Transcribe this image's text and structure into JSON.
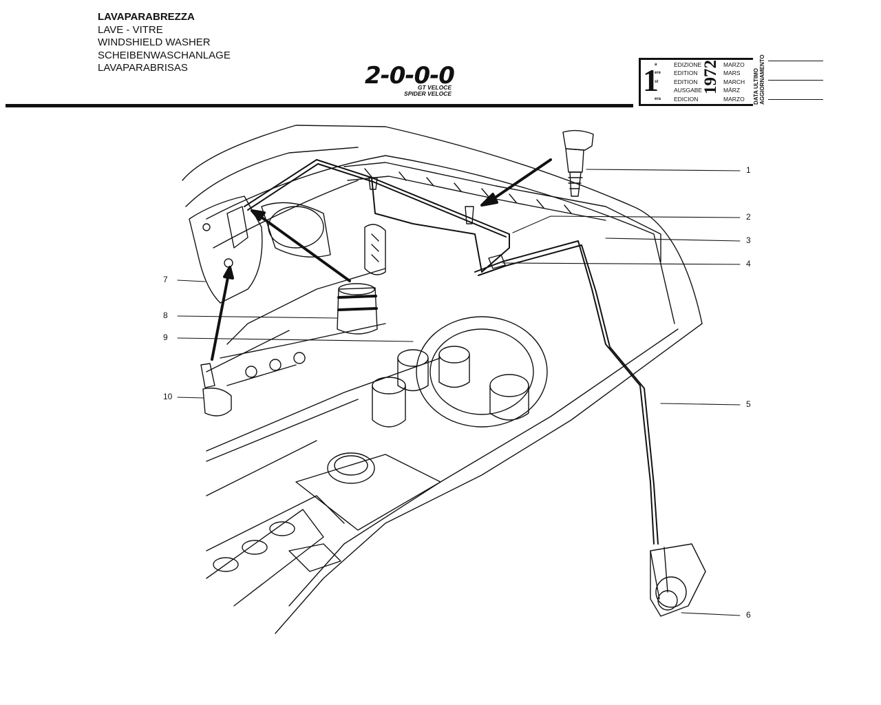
{
  "header": {
    "titles": [
      "LAVAPARABREZZA",
      "LAVE - VITRE",
      "WINDSHIELD WASHER",
      "SCHEIBENWASCHANLAGE",
      "LAVAPARABRISAS"
    ]
  },
  "logo": {
    "model": "2-0-0-0",
    "line1": "GT VELOCE",
    "line2": "SPIDER VELOCE"
  },
  "edition": {
    "number": "1",
    "ordinals": [
      "a",
      "ere",
      "st",
      ".",
      "era"
    ],
    "labels": [
      "EDIZIONE",
      "EDITION",
      "EDITION",
      "AUSGABE",
      "EDICION"
    ],
    "year": "1972",
    "months": [
      "MARZO",
      "MARS",
      "MARCH",
      "MÄRZ",
      "MARZO"
    ]
  },
  "update": {
    "lines": [
      "DATA ULTIMO",
      "AGGIORNAMENTO"
    ]
  },
  "callouts": [
    "1",
    "2",
    "3",
    "4",
    "5",
    "6",
    "7",
    "8",
    "9",
    "10"
  ]
}
